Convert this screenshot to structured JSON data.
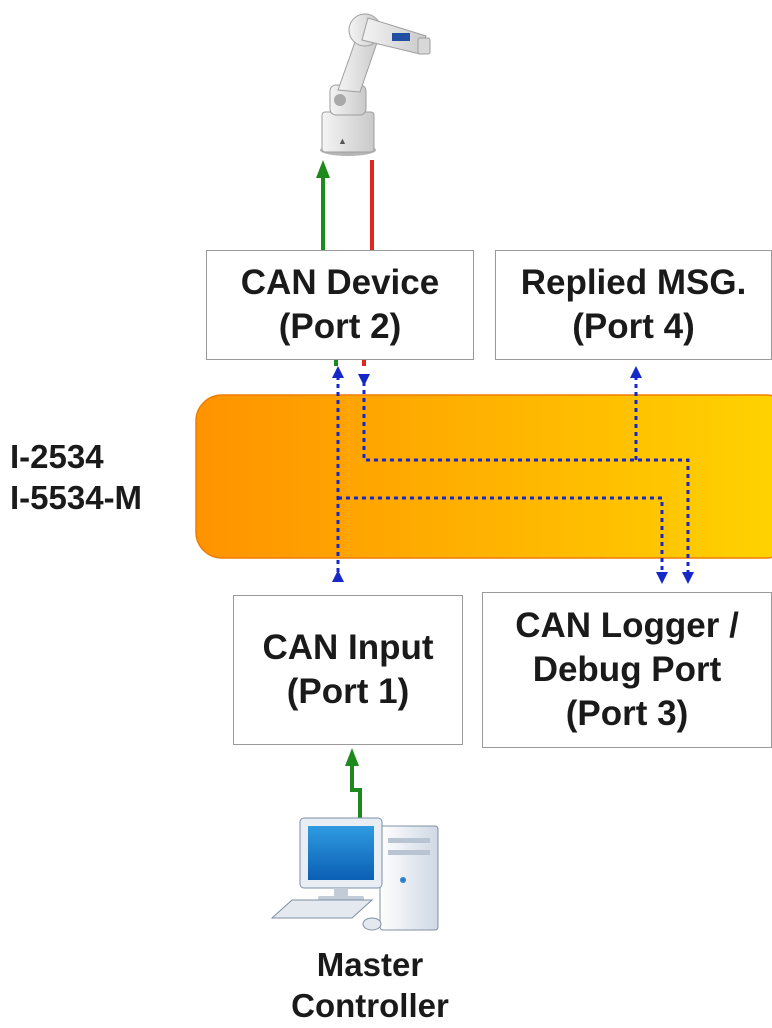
{
  "colors": {
    "band_start": "#ff9300",
    "band_end": "#ffd400",
    "band_border": "#f07d00",
    "solid_up": "#1e8a1e",
    "solid_down": "#e0261d",
    "dotted_path": "#1628c8"
  },
  "icons": {
    "robot": "robot-arm-icon",
    "computer": "desktop-computer-icon"
  },
  "gateway": {
    "line1": "I-2534",
    "line2": "I-5534-M"
  },
  "ports": {
    "can_device": {
      "line1": "CAN Device",
      "line2": "(Port 2)"
    },
    "replied_msg": {
      "line1": "Replied MSG.",
      "line2": "(Port 4)"
    },
    "can_input": {
      "line1": "CAN Input",
      "line2": "(Port 1)"
    },
    "can_logger": {
      "line1": "CAN Logger /",
      "line2": "Debug Port",
      "line3": "(Port 3)"
    }
  },
  "controller": {
    "line1": "Master",
    "line2": "Controller"
  }
}
